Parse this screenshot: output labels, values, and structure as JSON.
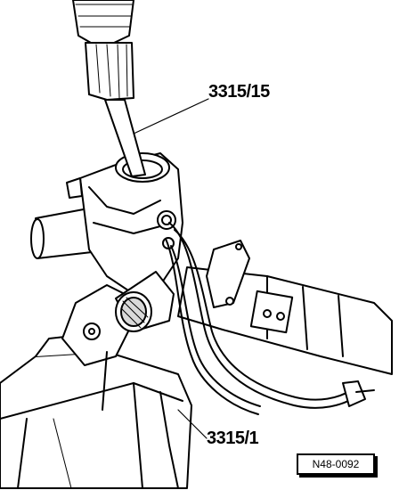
{
  "callouts": {
    "tool_top": "3315/15",
    "tool_bottom": "3315/1"
  },
  "figure_ref": "N48-0092",
  "colors": {
    "ink": "#000000",
    "paper": "#ffffff"
  }
}
